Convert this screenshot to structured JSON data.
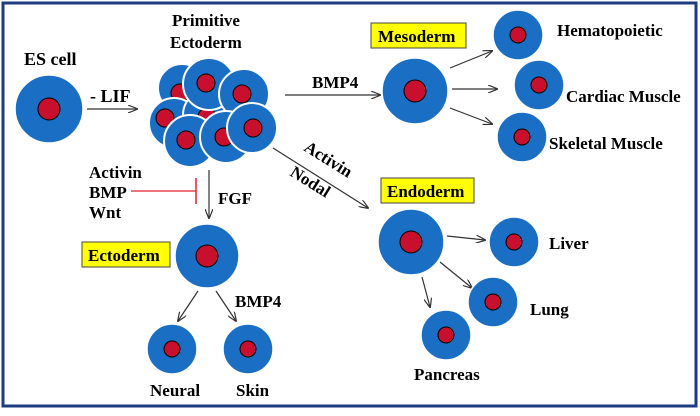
{
  "colors": {
    "frame": "#1f3b82",
    "cell": "#1a6fc4",
    "nucleus": "#c8102e",
    "highlight": "#ffff00",
    "arrow": "#333333",
    "inhibit": "#e0202a"
  },
  "labels": {
    "es_cell": "ES cell",
    "minus_lif": "- LIF",
    "primitive_1": "Primitive",
    "primitive_2": "Ectoderm",
    "mesoderm": "Mesoderm",
    "bmp4_top": "BMP4",
    "hematopoietic": "Hematopoietic",
    "cardiac": "Cardiac Muscle",
    "skeletal": "Skeletal Muscle",
    "activin_diag": "Activin",
    "nodal_diag": "Nodal",
    "endoderm": "Endoderm",
    "liver": "Liver",
    "lung": "Lung",
    "pancreas": "Pancreas",
    "activin_left": "Activin",
    "bmp_left": "BMP",
    "wnt_left": "Wnt",
    "fgf": "FGF",
    "ectoderm": "Ectoderm",
    "bmp4_bottom": "BMP4",
    "neural": "Neural",
    "skin": "Skin"
  }
}
